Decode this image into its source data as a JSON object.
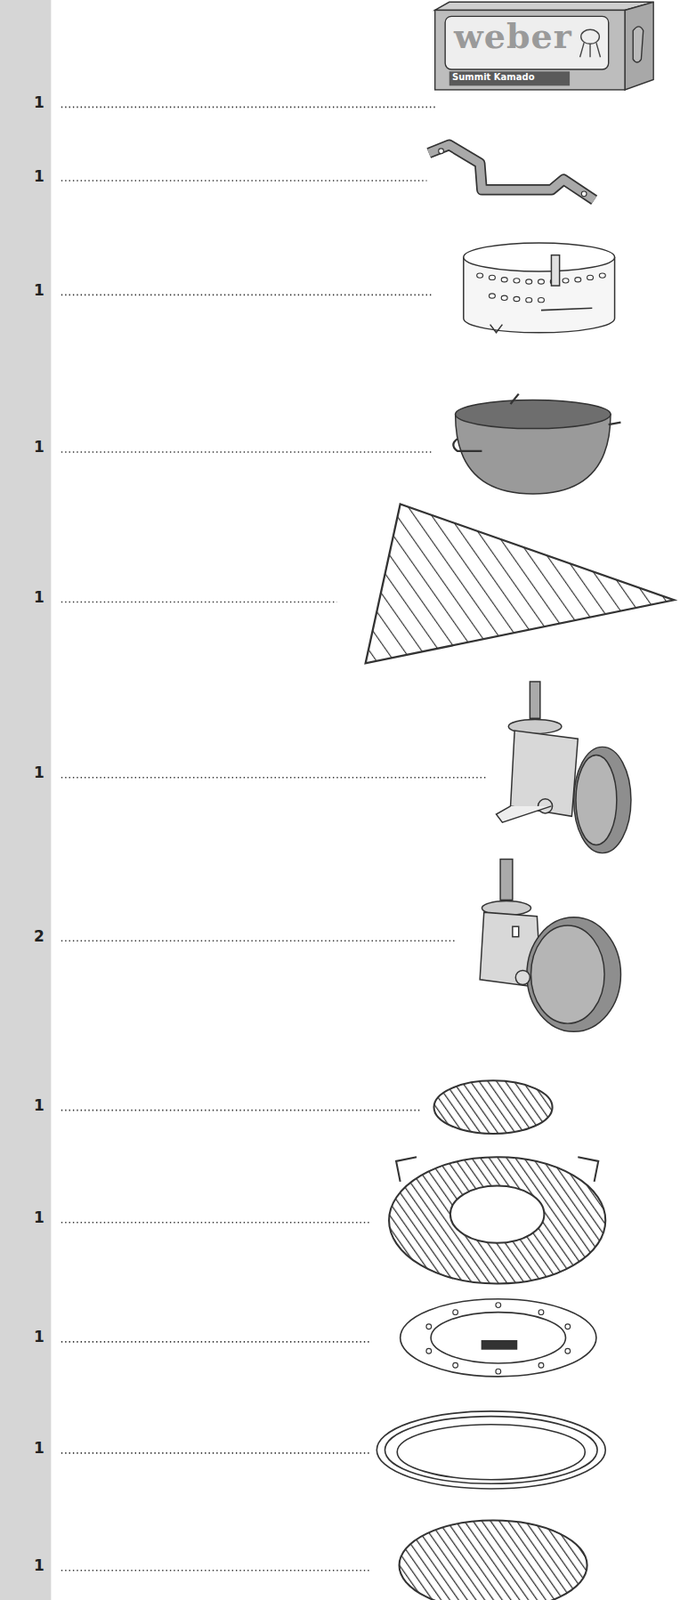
{
  "diagram": {
    "labels": [
      "1",
      "1",
      "1",
      "1",
      "1",
      "1",
      "2",
      "1",
      "1",
      "1",
      "1",
      "1",
      "weber",
      "Summit Kamado"
    ]
  }
}
